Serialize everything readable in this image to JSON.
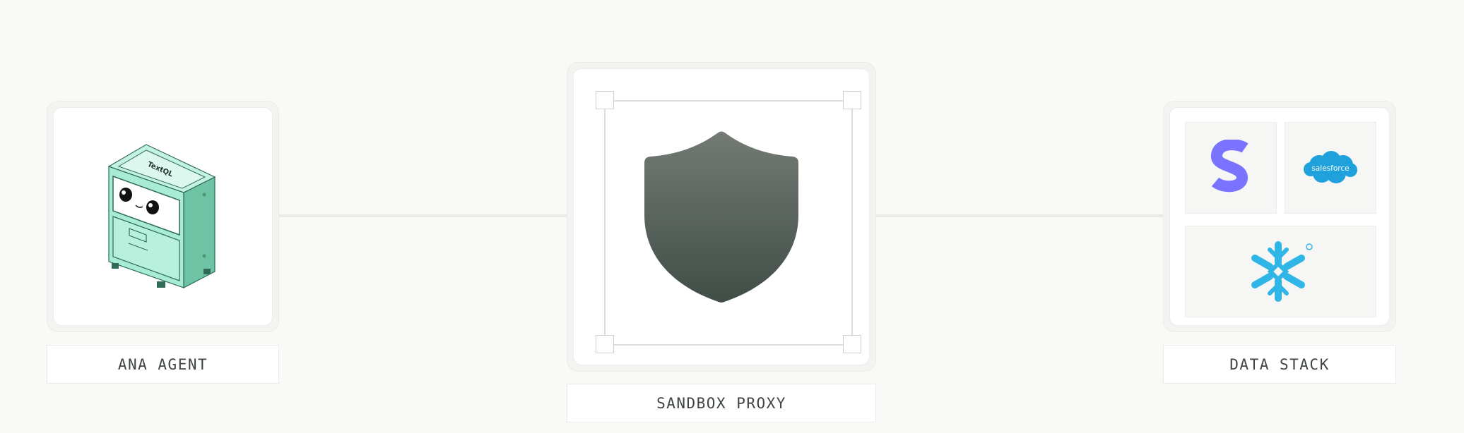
{
  "nodes": {
    "agent": {
      "label": "ANA AGENT",
      "brand_text": "TextQL"
    },
    "proxy": {
      "label": "SANDBOX PROXY"
    },
    "stack": {
      "label": "DATA STACK",
      "salesforce_text": "salesforce"
    }
  },
  "icons": {
    "agent": "filing-cabinet-mascot-icon",
    "proxy": "shield-icon",
    "stripe": "stripe-logo-icon",
    "salesforce": "salesforce-logo-icon",
    "snowflake": "snowflake-logo-icon"
  },
  "colors": {
    "background": "#f9f9f7",
    "connector": "#e9e9e6",
    "shield_top": "#737a74",
    "shield_bottom": "#414d47",
    "cabinet": "#7fd1b4",
    "stripe": "#7a73ff",
    "salesforce": "#1fa2dc",
    "snowflake": "#2fb5e6"
  }
}
